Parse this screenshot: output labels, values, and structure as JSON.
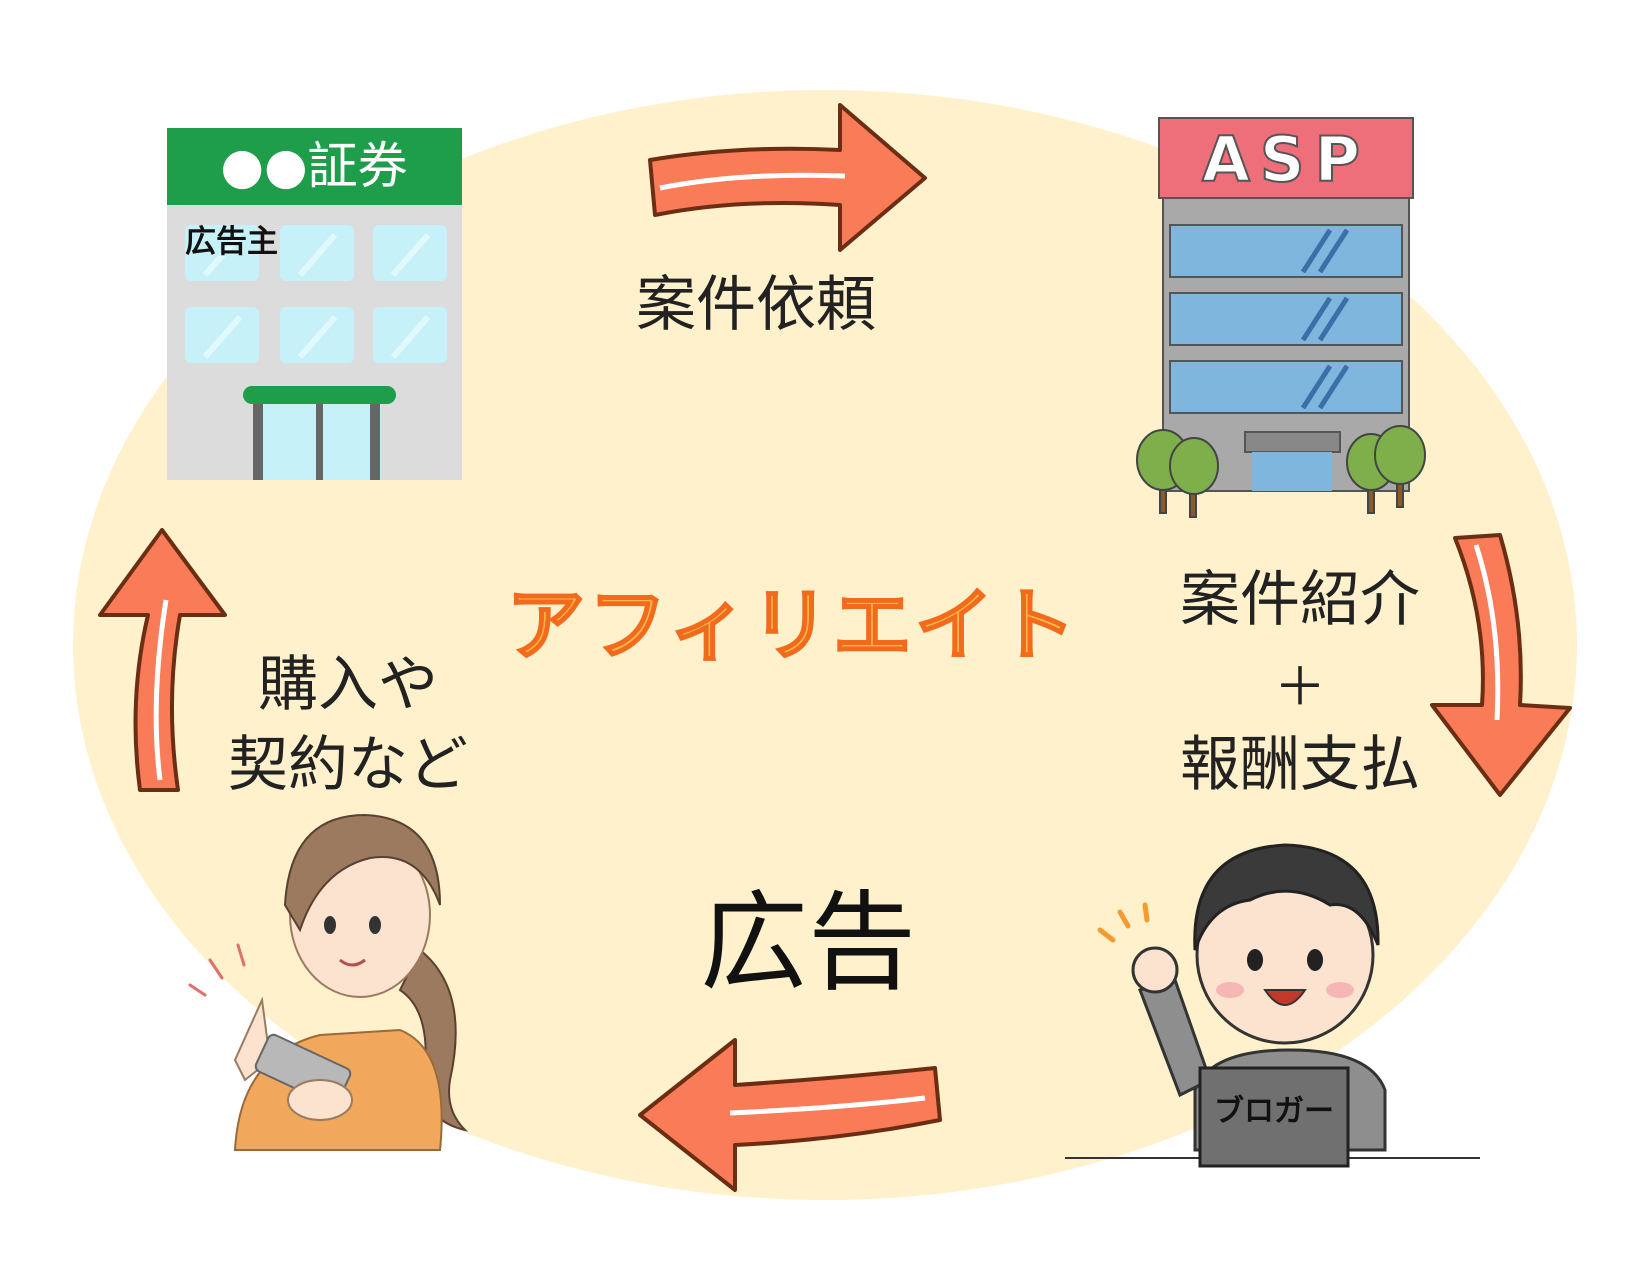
{
  "colors": {
    "oval": "#FFF1CC",
    "arrow_fill": "#F97B57",
    "arrow_outline": "#6B2E12",
    "center_fill": "#FFB84D",
    "center_stroke": "#F26A1B",
    "label": "#222222",
    "securities_green": "#1E9E4A",
    "asp_sign": "#EE6F7A"
  },
  "center_title": "アフィリエイト",
  "nodes": {
    "advertiser": {
      "sign": "●●証券",
      "role": "広告主",
      "icon": "office-building-icon"
    },
    "asp": {
      "sign": "ASP",
      "icon": "office-tower-icon"
    },
    "blogger": {
      "tag": "ブロガー",
      "icon": "man-laptop-icon"
    },
    "consumer": {
      "icon": "woman-smartphone-icon"
    }
  },
  "flows": {
    "request": {
      "label": "案件依頼"
    },
    "introduce": {
      "line1": "案件紹介",
      "line2": "＋",
      "line3": "報酬支払"
    },
    "advertise": {
      "label": "広告"
    },
    "purchase": {
      "line1": "購入や",
      "line2": "契約など"
    }
  }
}
